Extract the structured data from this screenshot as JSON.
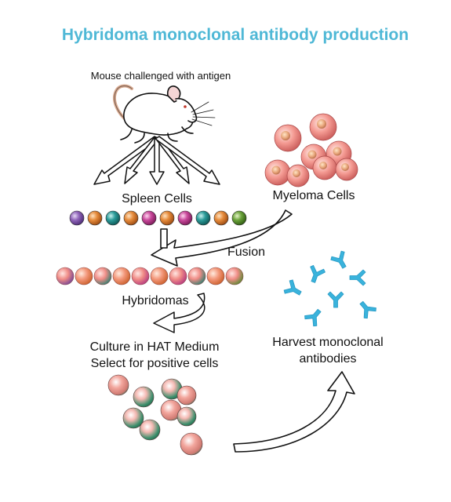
{
  "title": "Hybridoma monoclonal antibody production",
  "labels": {
    "mouse": "Mouse challenged with antigen",
    "spleen": "Spleen Cells",
    "myeloma": "Myeloma Cells",
    "fusion": "Fusion",
    "hybridomas": "Hybridomas",
    "culture_line1": "Culture in HAT Medium",
    "culture_line2": "Select for positive cells",
    "harvest_line1": "Harvest monoclonal",
    "harvest_line2": "antibodies"
  },
  "colors": {
    "title": "#4fb8d6",
    "antibody": "#3ab3dc",
    "myeloma": "#f08c8c",
    "outline": "#111111"
  },
  "icons": [
    "mouse-icon",
    "arrow-icon",
    "cell-icon",
    "antibody-icon"
  ]
}
